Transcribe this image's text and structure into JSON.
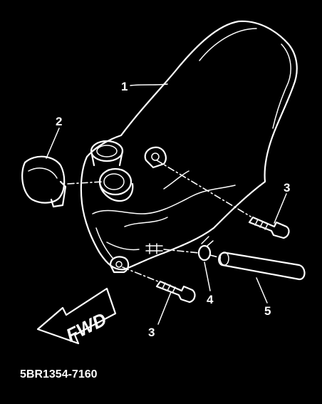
{
  "callouts": {
    "c1": "1",
    "c2": "2",
    "c3a": "3",
    "c3b": "3",
    "c4": "4",
    "c5": "5"
  },
  "direction_label": "FWD",
  "part_code": "5BR1354-7160",
  "colors": {
    "background": "#000000",
    "line": "#ffffff"
  }
}
